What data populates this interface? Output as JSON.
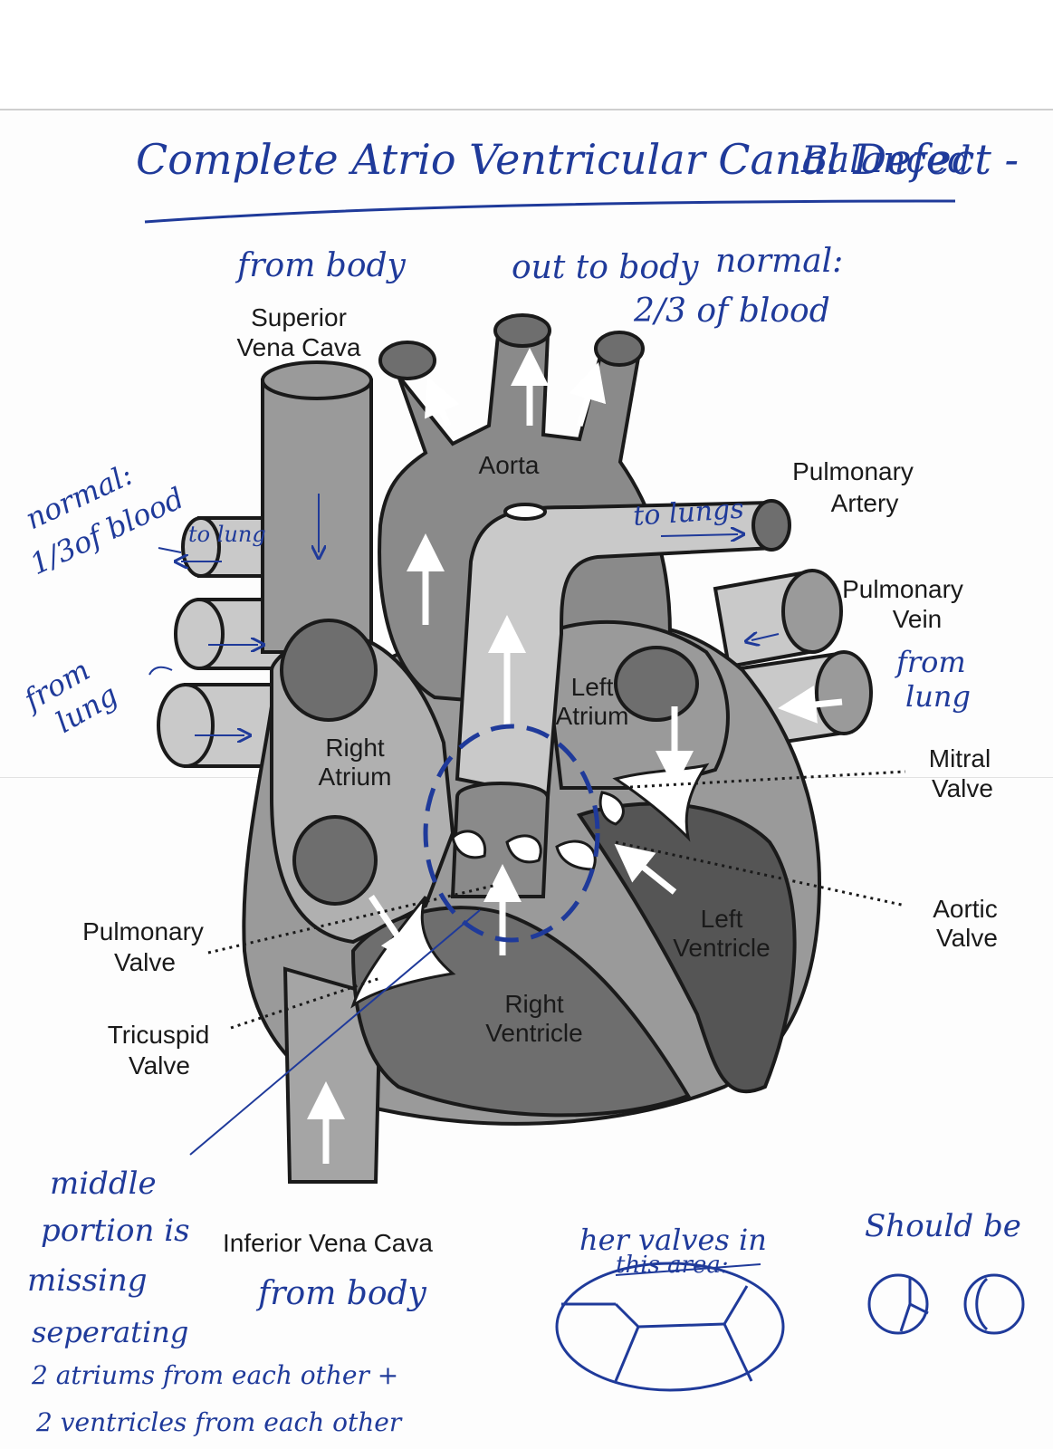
{
  "title": {
    "line1": "Complete Atrio Ventricular Canal Defect -",
    "line2": "Balanced"
  },
  "printed_labels": {
    "svc_1": "Superior",
    "svc_2": "Vena Cava",
    "aorta": "Aorta",
    "pa_1": "Pulmonary",
    "pa_2": "Artery",
    "pv_1": "Pulmonary",
    "pv_2": "Vein",
    "la_1": "Left",
    "la_2": "Atrium",
    "ra_1": "Right",
    "ra_2": "Atrium",
    "mitral_1": "Mitral",
    "mitral_2": "Valve",
    "aortic_1": "Aortic",
    "aortic_2": "Valve",
    "pulm_valve_1": "Pulmonary",
    "pulm_valve_2": "Valve",
    "lv_1": "Left",
    "lv_2": "Ventricle",
    "rv_1": "Right",
    "rv_2": "Ventricle",
    "tricuspid_1": "Tricuspid",
    "tricuspid_2": "Valve",
    "ivc": "Inferior Vena Cava"
  },
  "handwritten": {
    "from_body_top": "from body",
    "out_to_body": "out to body",
    "normal_top": "normal:",
    "two_thirds": "2/3 of blood",
    "normal_left_1": "normal:",
    "normal_left_2": "1/3of blood",
    "to_lung": "to lung",
    "to_lungs": "to lungs",
    "from_lung_left_1": "from",
    "from_lung_left_2": "lung",
    "from_lung_right_1": "from",
    "from_lung_right_2": "lung",
    "middle_1": "middle",
    "middle_2": "portion is",
    "middle_3": "missing",
    "middle_4": "seperating",
    "middle_5": "2 atriums from each other +",
    "middle_6": "2 ventricles from each other",
    "from_body_bottom": "from body",
    "her_valves_1": "her valves in",
    "her_valves_2": "this area:",
    "should_be": "Should be"
  },
  "colors": {
    "ink": "#1f3a9a",
    "outline": "#1a1a1a",
    "shade_light": "#c9c9c9",
    "shade_mid": "#9a9a9a",
    "shade_dark": "#6e6e6e",
    "shade_darker": "#555555"
  }
}
